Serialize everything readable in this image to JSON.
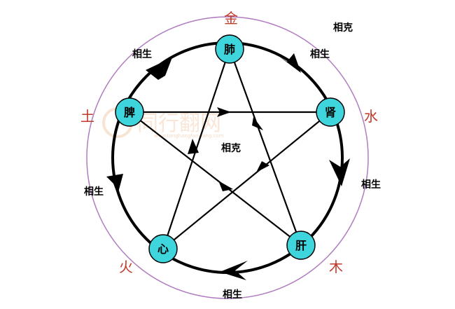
{
  "elements": {
    "metal": "金",
    "water": "水",
    "wood": "木",
    "fire": "火",
    "earth": "土"
  },
  "organs": {
    "lung": "肺",
    "kidney": "肾",
    "liver": "肝",
    "heart": "心",
    "spleen": "脾"
  },
  "relations": {
    "generating": "相生",
    "controlling": "相克"
  },
  "watermark": {
    "text": "同行翻网",
    "sub": "www.tonghangfanwang.com"
  },
  "colors": {
    "node_fill": "#3ed6dc",
    "outer_ring": "#b07cc0",
    "element_text": "#c0392b",
    "line": "#000000"
  }
}
